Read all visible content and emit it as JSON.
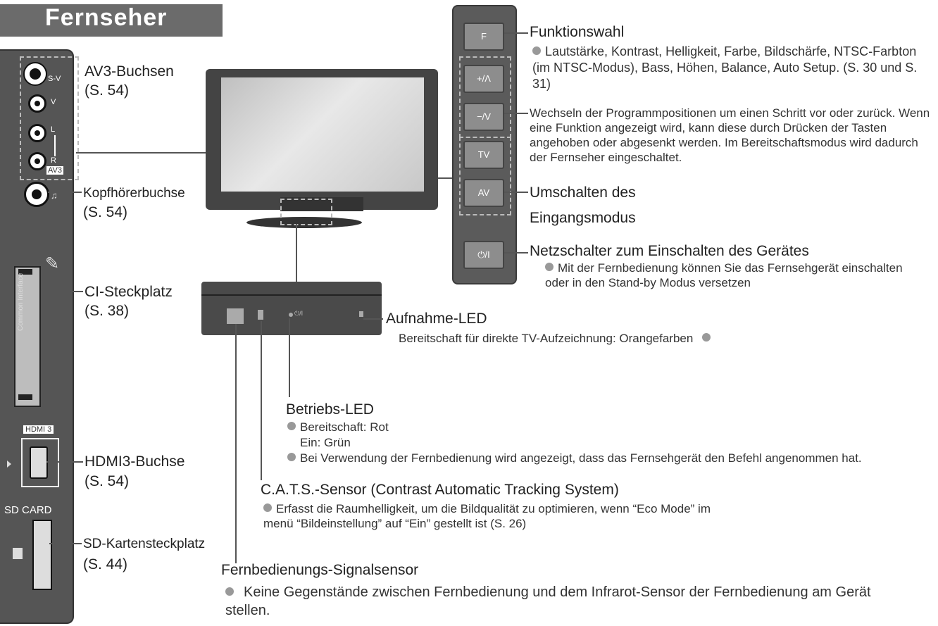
{
  "title": "Fernseher",
  "panel": {
    "sv_label": "S-V",
    "v_label": "V",
    "l_label": "L",
    "r_label": "R",
    "av3_tag": "AV3",
    "hdmi_tag": "HDMI 3",
    "ci_tag": "Common Interface",
    "sd_tag": "SD CARD"
  },
  "labels": {
    "av3_name": "AV3-Buchsen",
    "av3_ref": "(S. 54)",
    "kopf_name": "Kopfhörerbuchse",
    "kopf_ref": "(S. 54)",
    "ci_name": "CI-Steckplatz",
    "ci_ref": "(S. 38)",
    "hdmi_name": "HDMI3-Buchse",
    "hdmi_ref": "(S. 54)",
    "sd_name": "SD-Kartensteckplatz",
    "sd_ref": "(S. 44)"
  },
  "buttons": {
    "f": "F",
    "up": "+/Λ",
    "down": "−/V",
    "tv": "TV",
    "av": "AV",
    "power": "⏻/I"
  },
  "receiver": {
    "power_mark": "⏻/I"
  },
  "callouts": {
    "funktionswahl": "Funktionswahl",
    "funktionswahl_desc": "Lautstärke, Kontrast, Helligkeit, Farbe, Bildschärfe, NTSC-Farbton (im NTSC-Modus), Bass, Höhen, Balance, Auto Setup. (S. 30 und S. 31)",
    "wechseln": "Wechseln der Programmpositionen um einen Schritt vor oder zurück. Wenn eine Funktion angezeigt wird, kann diese durch Drücken der Tasten angehoben oder abgesenkt werden. Im Bereitschaftsmodus wird dadurch der Fernseher eingeschaltet.",
    "umschalten_1": "Umschalten des",
    "umschalten_2": "Eingangsmodus",
    "netzschalter": "Netzschalter zum Einschalten des Gerätes",
    "netzschalter_desc": "Mit der Fernbedienung können Sie das Fernsehgerät einschalten oder in den Stand-by Modus versetzen",
    "aufnahme": "Aufnahme-LED",
    "aufnahme_desc": "Bereitschaft für direkte TV-Aufzeichnung: Orangefarben",
    "betriebs": "Betriebs-LED",
    "betriebs_1": "Bereitschaft: Rot",
    "betriebs_2": "Ein: Grün",
    "betriebs_3": "Bei Verwendung der Fernbedienung wird angezeigt, dass das Fernsehgerät den Befehl angenommen hat.",
    "cats": "C.A.T.S.-Sensor (Contrast Automatic Tracking System)",
    "cats_desc": "Erfasst die Raumhelligkeit, um die Bildqualität zu optimieren, wenn “Eco Mode” im menü “Bildeinstellung” auf “Ein” gestellt ist (S. 26)",
    "fernbed": "Fernbedienungs-Signalsensor",
    "fernbed_desc": "Keine Gegenstände zwischen Fernbedienung und dem Infrarot-Sensor der Fernbedienung am Gerät stellen."
  },
  "colors": {
    "panel": "#555555",
    "button": "#8d8d8d",
    "bullet": "#999999"
  }
}
